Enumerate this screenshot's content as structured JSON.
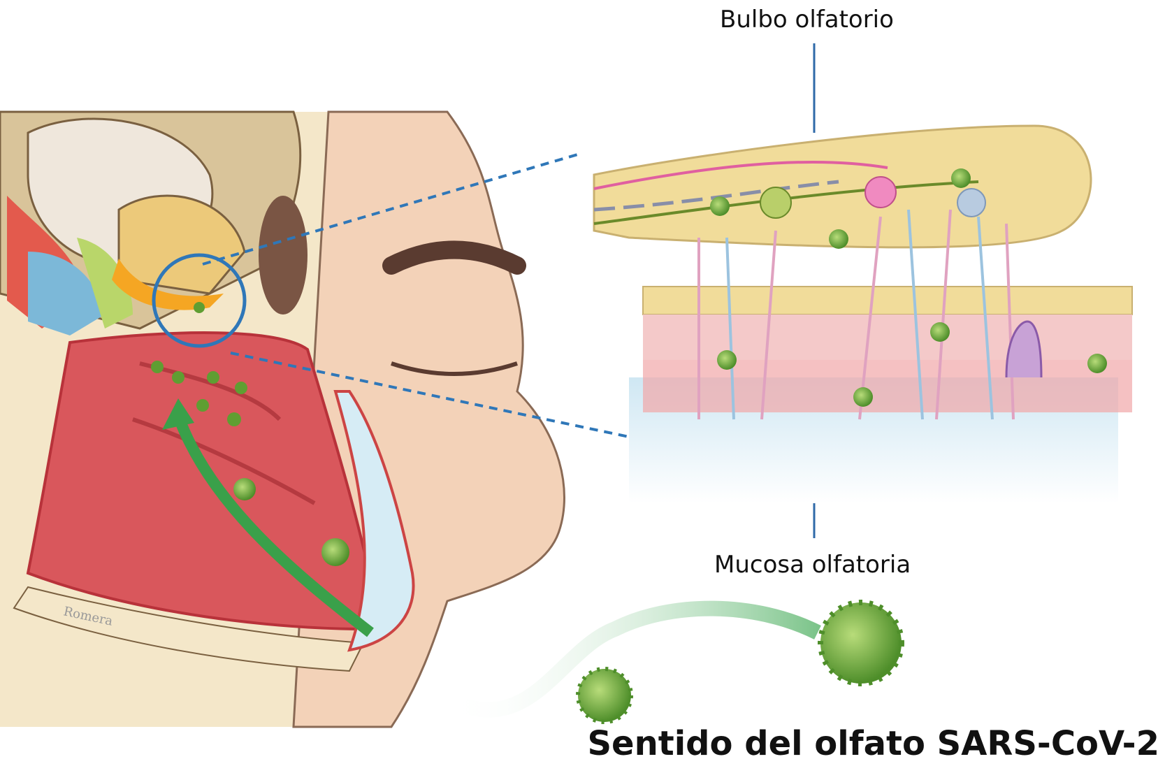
{
  "labels": {
    "bulb": "Bulbo olfatorio",
    "mucosa": "Mucosa olfatoria"
  },
  "title": "Sentido del olfato SARS-CoV-2",
  "signature": "Romera",
  "colors": {
    "nasal_mucosa": "#d9575c",
    "skin": "#f3d2b8",
    "bulb": "#f1dc9a",
    "virus": "#6aa83a",
    "arrow": "#3aa04a",
    "callout_line": "#2f77b8",
    "mucus": "#d6ecf5"
  }
}
